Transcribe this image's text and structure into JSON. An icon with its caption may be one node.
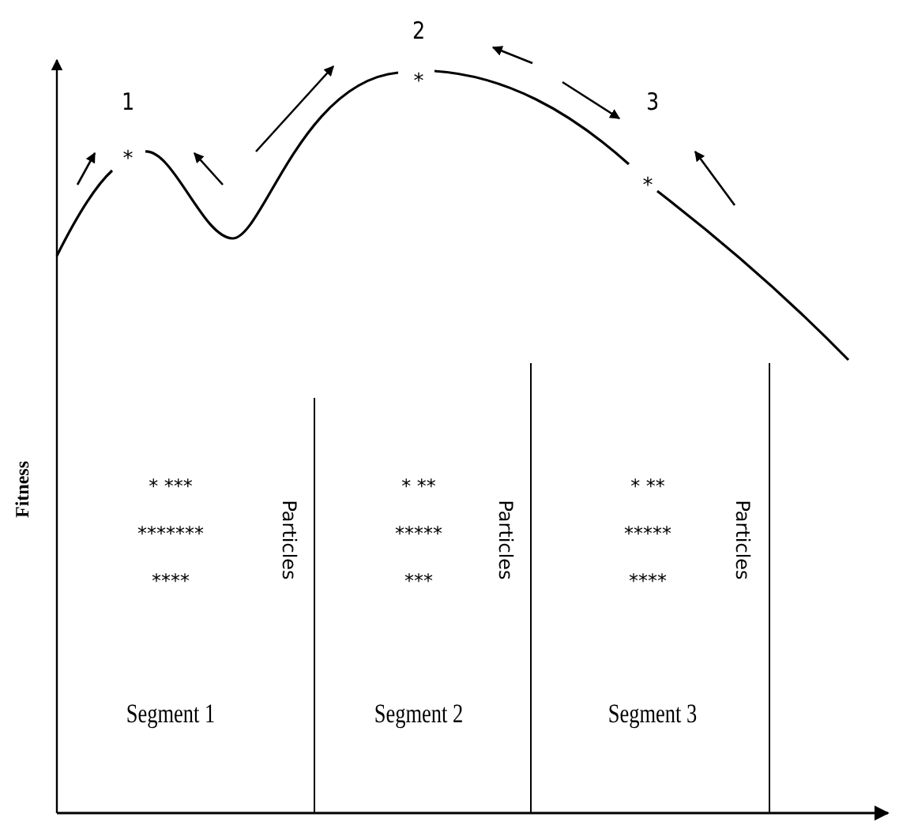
{
  "diagram": {
    "labels": [
      "2",
      "*",
      "1",
      "3",
      "*",
      "*",
      "Fitness",
      "* ***",
      "* **",
      "* **",
      "*******",
      "*****",
      "*****",
      "****",
      "***",
      "****",
      "Particles",
      "Particles",
      "Particles",
      "Segment 1",
      "Segment 2",
      "Segment 3"
    ]
  }
}
